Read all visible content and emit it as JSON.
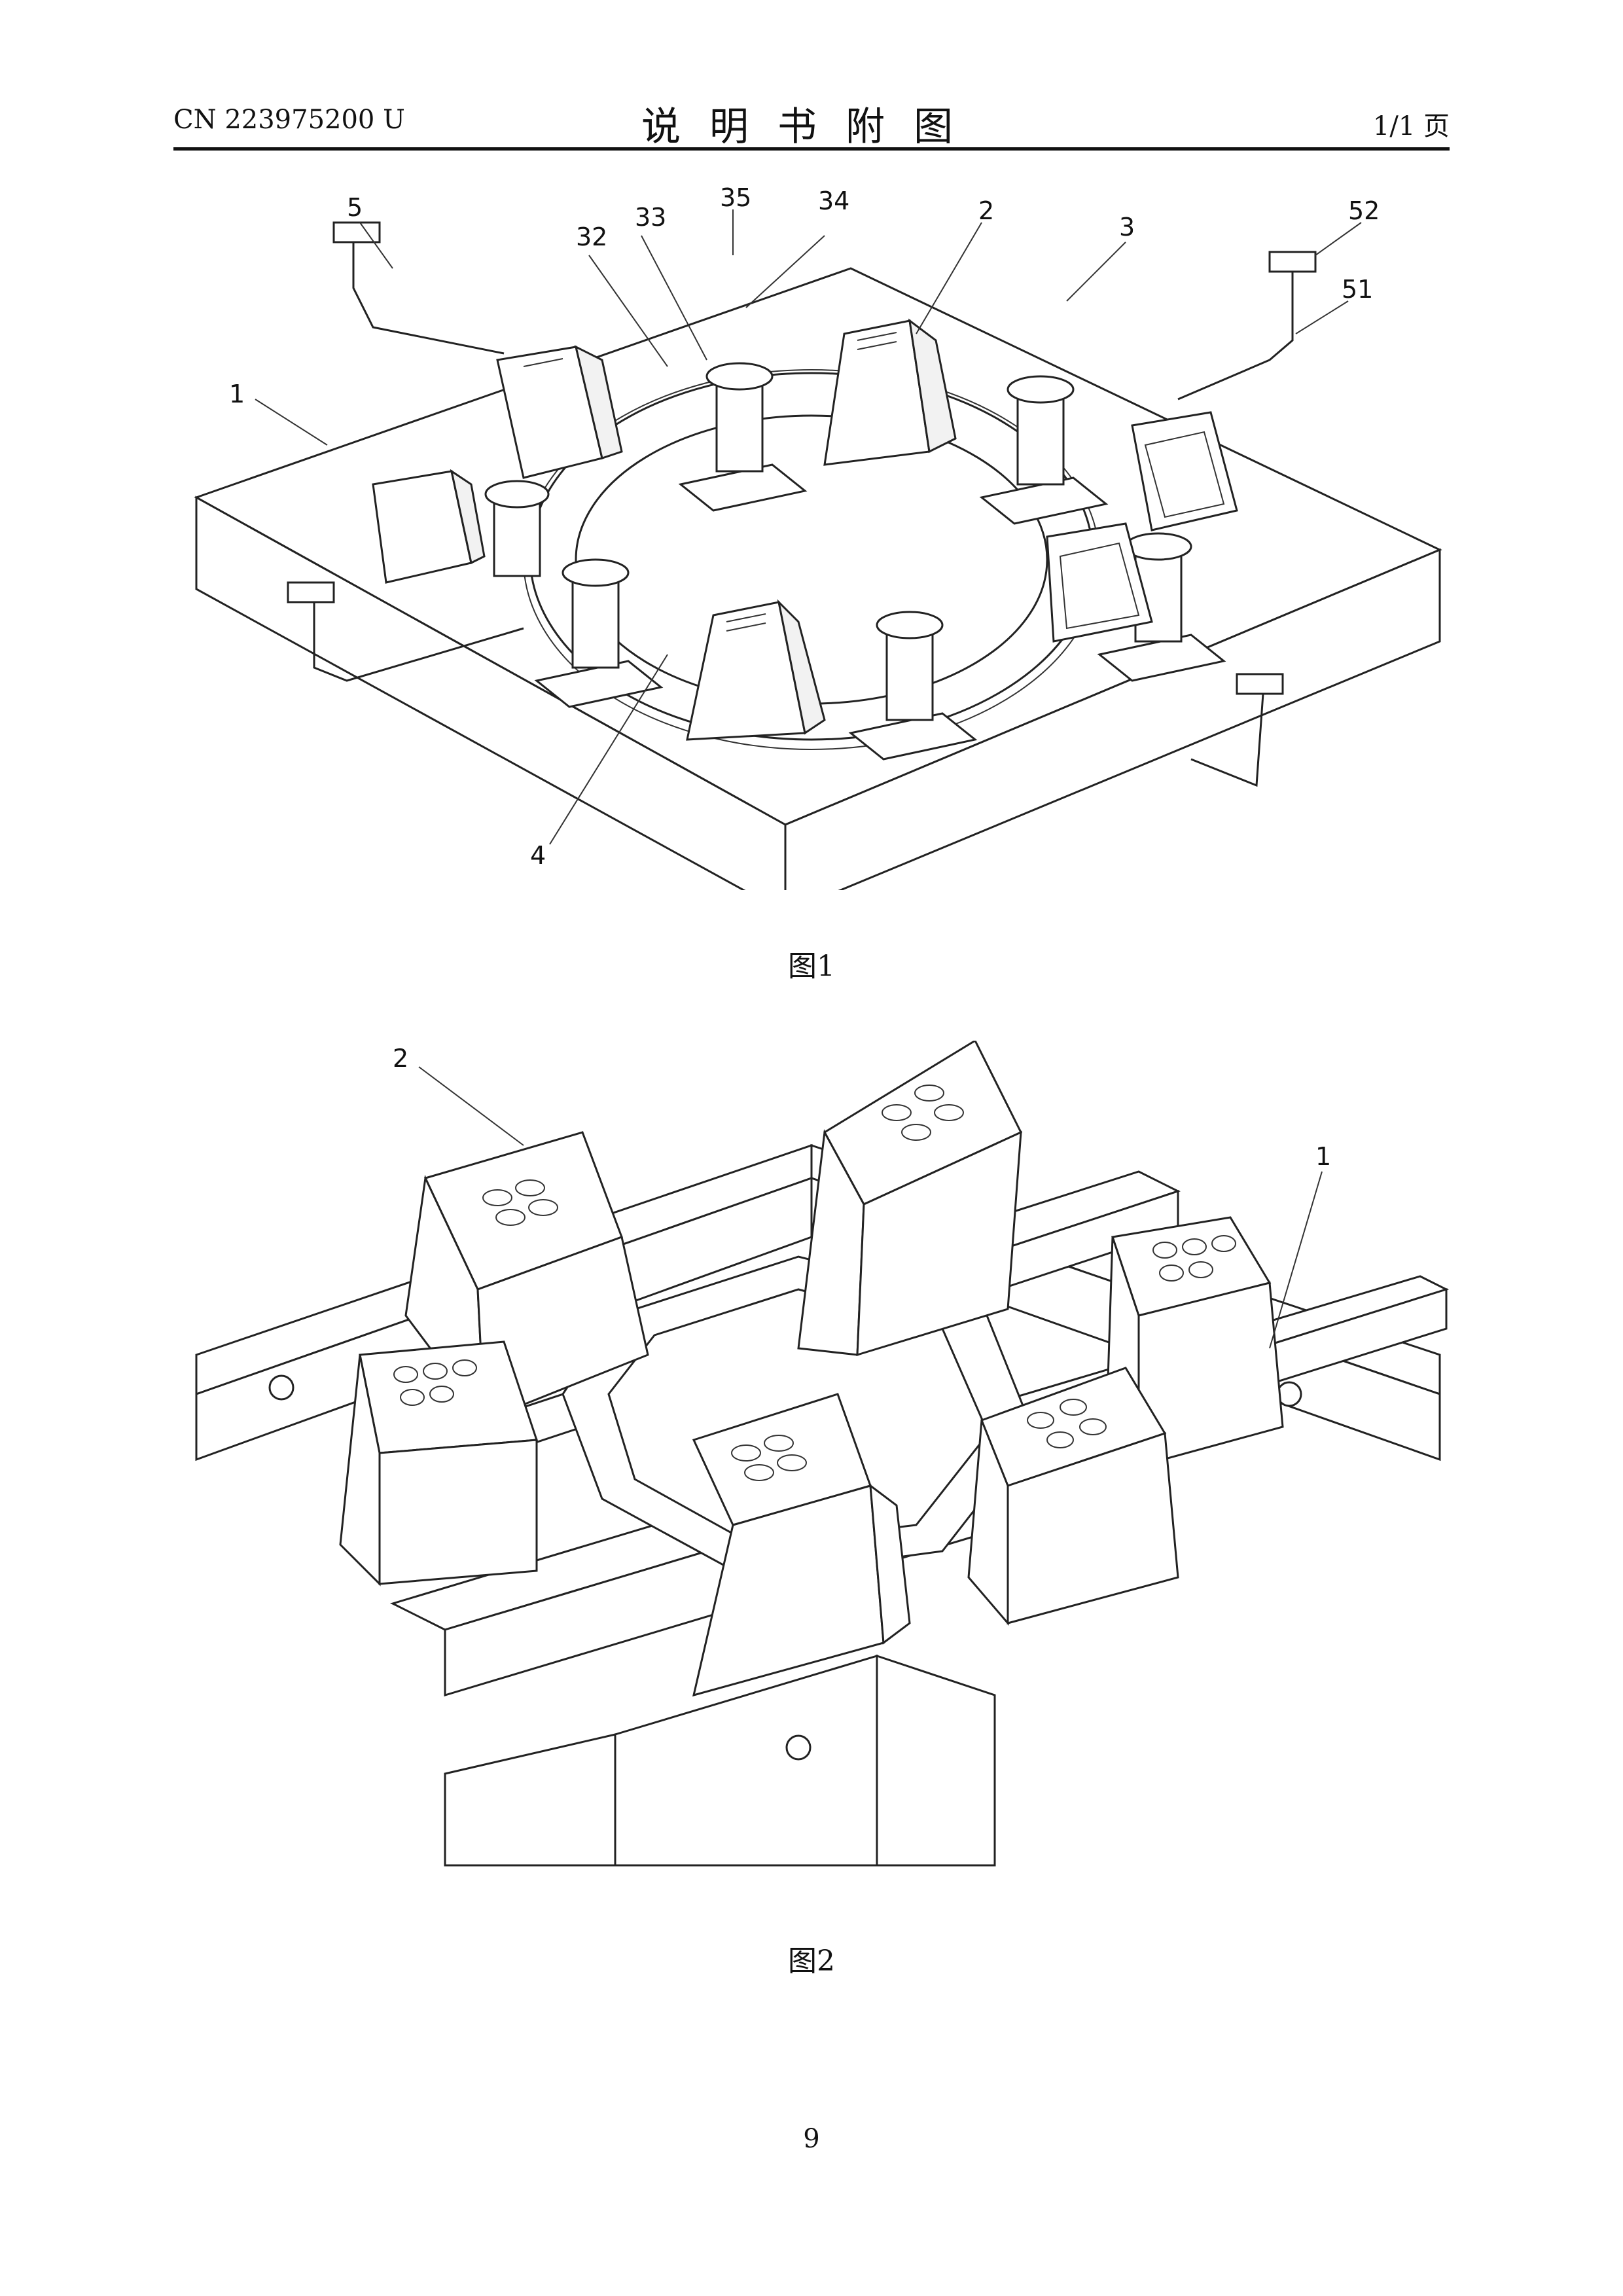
{
  "header": {
    "publication_number": "CN 223975200 U",
    "title": "说明书附图",
    "page_of": "1/1 页"
  },
  "figure1": {
    "caption": "图1",
    "labels": {
      "l1": "1",
      "l2": "2",
      "l3": "3",
      "l4": "4",
      "l5": "5",
      "l32": "32",
      "l33": "33",
      "l34": "34",
      "l35": "35",
      "l51": "51",
      "l52": "52"
    }
  },
  "figure2": {
    "caption": "图2",
    "labels": {
      "l1": "1",
      "l2": "2"
    }
  },
  "page_number": "9"
}
